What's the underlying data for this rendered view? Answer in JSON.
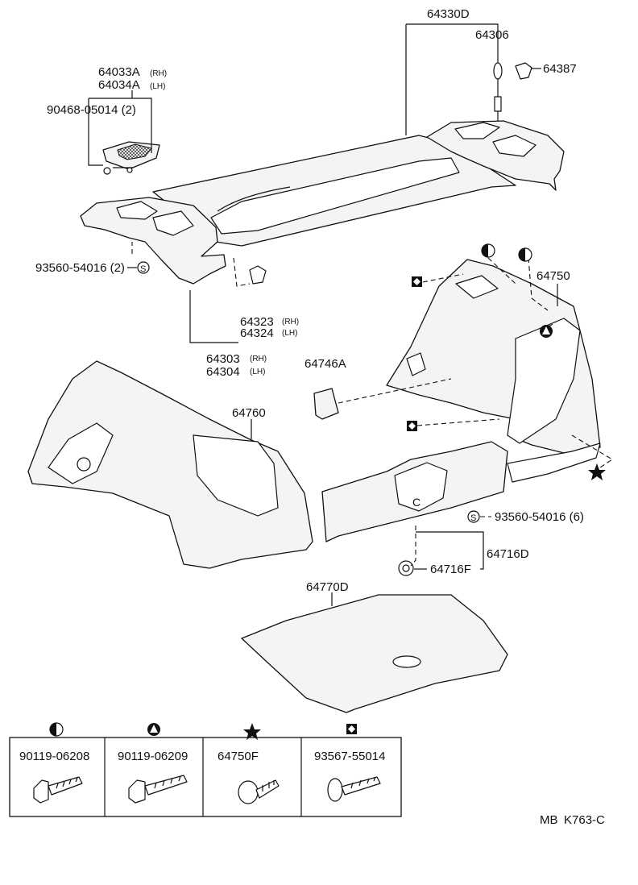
{
  "parts": {
    "p64330D": "64330D",
    "p64306": "64306",
    "p64387": "64387",
    "p64033A": "64033A",
    "p64033A_sub": "(RH)",
    "p64034A": "64034A",
    "p64034A_sub": "(LH)",
    "p90468": "90468-05014 (2)",
    "p93560_2": "93560-54016 (2)",
    "p64323": "64323",
    "p64323_sub": "(RH)",
    "p64324": "64324",
    "p64324_sub": "(LH)",
    "p64303": "64303",
    "p64303_sub": "(RH)",
    "p64304": "64304",
    "p64304_sub": "(LH)",
    "p64746A": "64746A",
    "p64750": "64750",
    "p64760": "64760",
    "p93560_6": "93560-54016 (6)",
    "p64716D": "64716D",
    "p64716F": "64716F",
    "p64770D": "64770D"
  },
  "symbols": {
    "s_letter": "S",
    "c_letter": "C"
  },
  "legend": [
    {
      "symbol": "half-circle-icon",
      "part": "90119-06208"
    },
    {
      "symbol": "triangle-circle-icon",
      "part": "90119-06209"
    },
    {
      "symbol": "star-icon",
      "part": "64750F"
    },
    {
      "symbol": "diamond-square-icon",
      "part": "93567-55014"
    }
  ],
  "footer": {
    "code1": "MB",
    "code2": "K763-C"
  }
}
